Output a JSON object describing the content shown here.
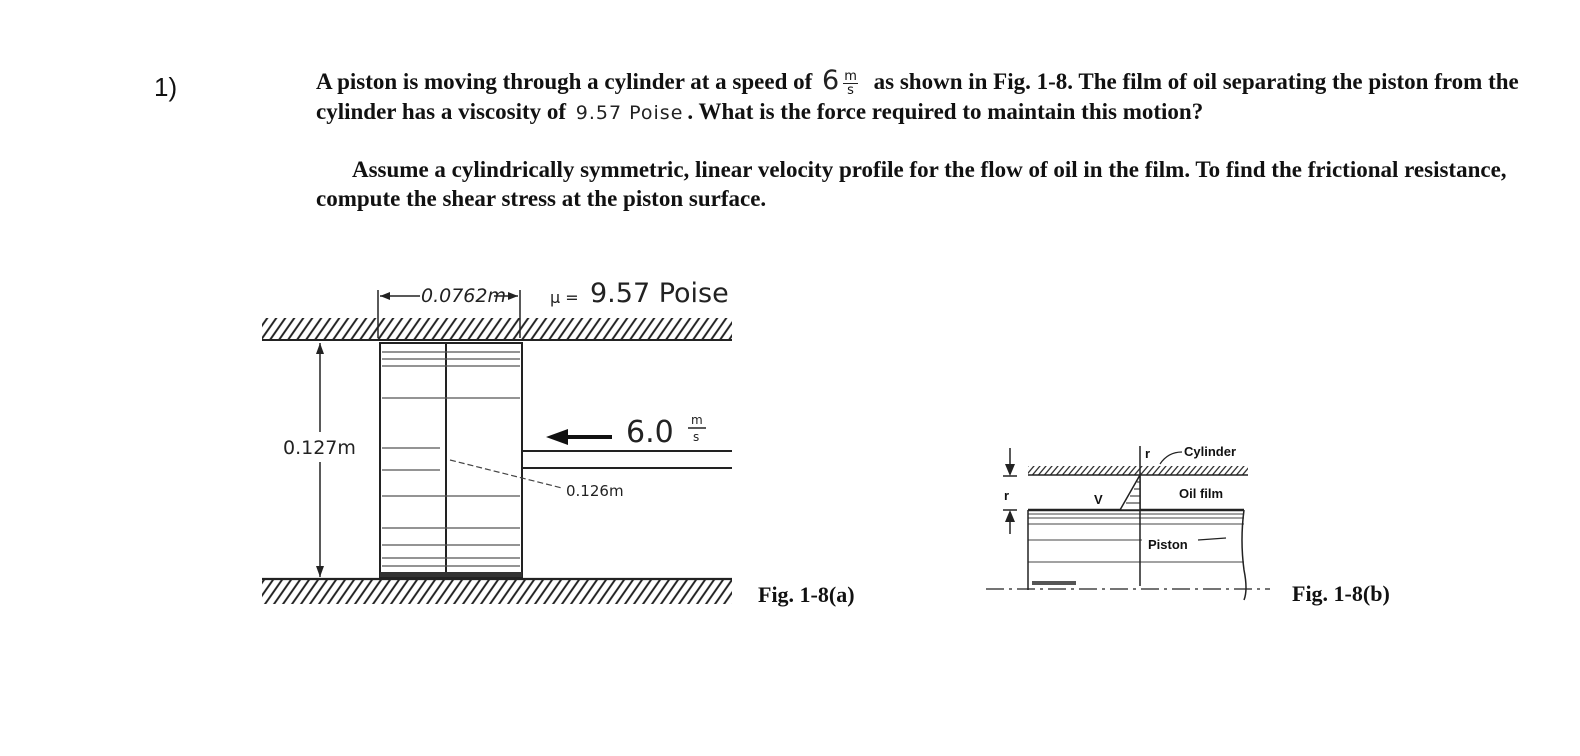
{
  "question_number": "1)",
  "paragraph1": {
    "part1": "A piston is moving through a cylinder at a speed of",
    "speed_value": "6",
    "speed_unit_num": "m",
    "speed_unit_den": "s",
    "part2": "as shown in Fig. 1-8. The film of oil separating the piston from the cylinder has a viscosity of",
    "viscosity_value": "9.57 Poise",
    "part3": ". What is the force required to maintain this motion?"
  },
  "paragraph2": "Assume a cylindrically symmetric, linear velocity profile for the flow of oil in the film. To find the frictional resistance, compute the shear stress at the piston surface.",
  "figure_a": {
    "piston_length": "0.0762m",
    "viscosity_symbol": "μ =",
    "viscosity_value": "9.57 Poise",
    "bore_diameter": "0.127m",
    "piston_diameter": "0.126m",
    "velocity_value": "6.0",
    "velocity_unit_num": "m",
    "velocity_unit_den": "s",
    "caption": "Fig. 1-8(a)"
  },
  "figure_b": {
    "cylinder_label": "Cylinder",
    "oil_film_label": "Oil film",
    "piston_label": "Piston",
    "r_label": "r",
    "r_small_label": "r",
    "v_label": "V",
    "caption": "Fig. 1-8(b)"
  }
}
